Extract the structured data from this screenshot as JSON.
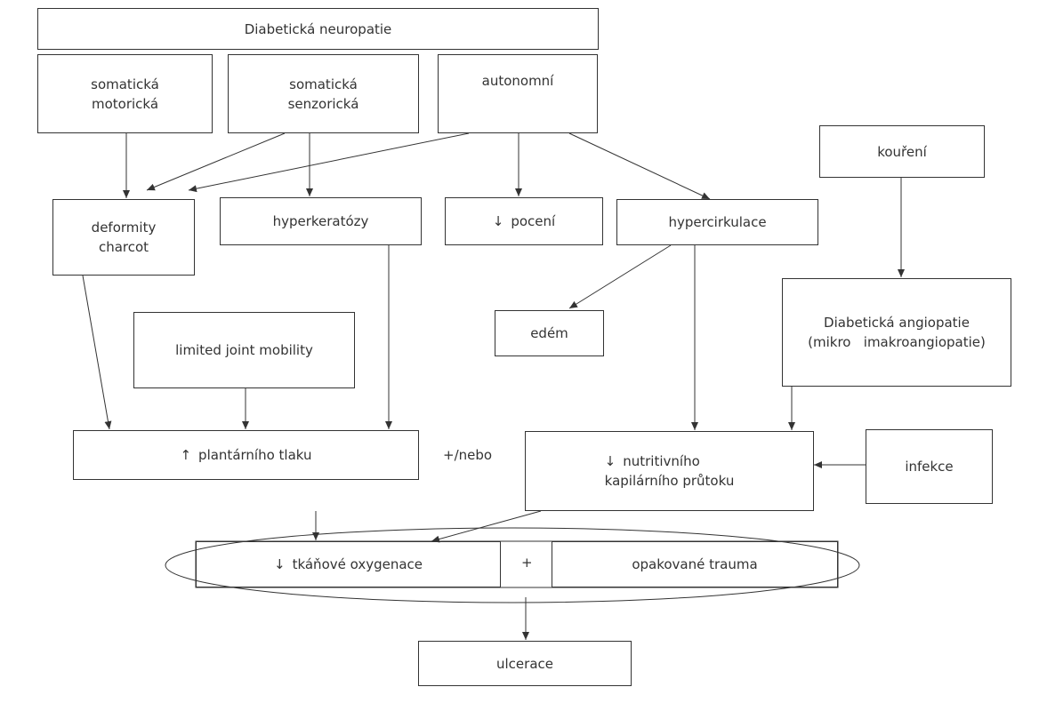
{
  "diagram": {
    "nodes": {
      "neuropathy": "Diabetická neuropatie",
      "somatic_motor_1": "somatická",
      "somatic_motor_2": "motorická",
      "somatic_sensory_1": "somatická",
      "somatic_sensory_2": "senzorická",
      "autonomic": "autonomní",
      "smoking": "kouření",
      "deformity_1": "deformity",
      "deformity_2": "charcot",
      "hyperkeratosis": "hyperkeratózy",
      "sweating": "pocení",
      "hypercirculation": "hypercirkulace",
      "edema": "edém",
      "angiopathy_1": "Diabetická angiopatie",
      "angiopathy_2": "(mikro   imakroangiopatie)",
      "joint_mobility": "limited joint mobility",
      "plantar_pressure": "plantárního tlaku",
      "and_or": "+/nebo",
      "capillary_1": "nutritivního",
      "capillary_2": "kapilárního průtoku",
      "infection": "infekce",
      "oxygenation": "tkáňové oxygenace",
      "plus": "+",
      "trauma": "opakované trauma",
      "ulceration": "ulcerace"
    },
    "symbols": {
      "up": "↑",
      "down": "↓"
    }
  }
}
